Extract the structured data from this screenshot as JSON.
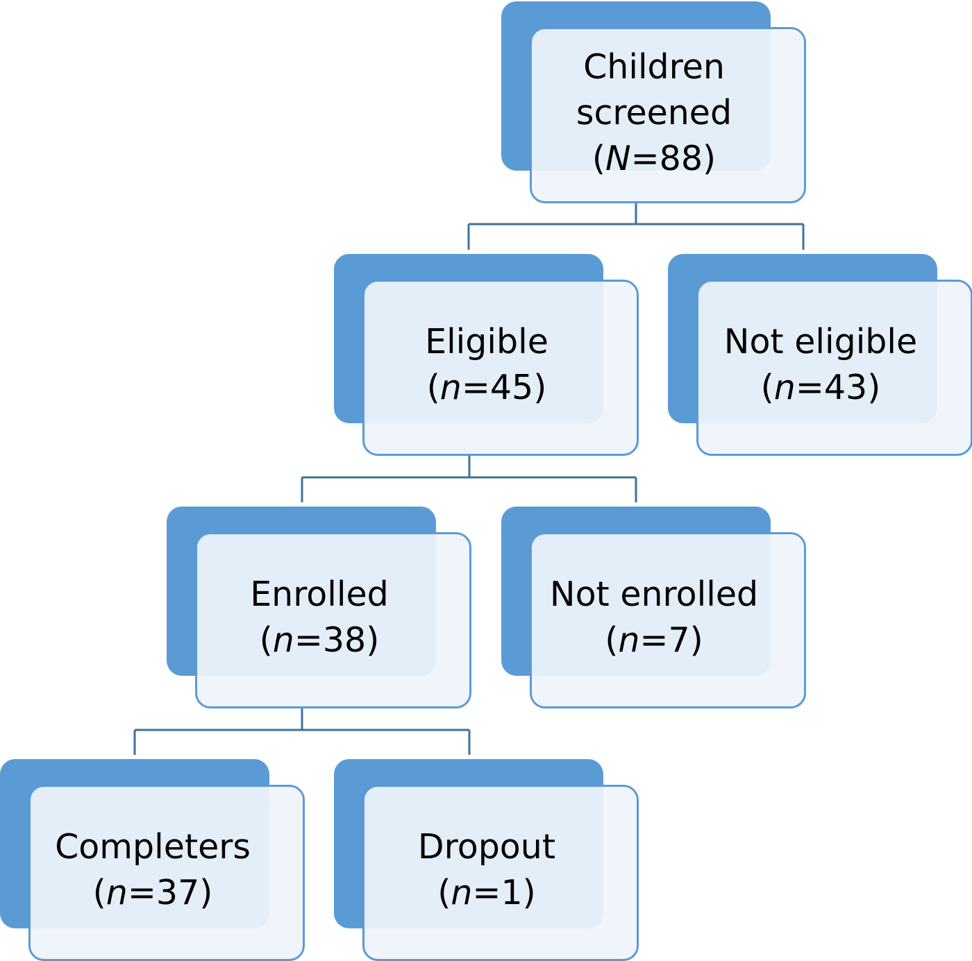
{
  "nodes": {
    "screened": {
      "lines": [
        "Children",
        "screened"
      ],
      "var": "N",
      "value": "88"
    },
    "eligible": {
      "lines": [
        "Eligible"
      ],
      "var": "n",
      "value": "45"
    },
    "not_eligible": {
      "lines": [
        "Not eligible"
      ],
      "var": "n",
      "value": "43"
    },
    "enrolled": {
      "lines": [
        "Enrolled"
      ],
      "var": "n",
      "value": "38"
    },
    "not_enrolled": {
      "lines": [
        "Not enrolled"
      ],
      "var": "n",
      "value": "7"
    },
    "completers": {
      "lines": [
        "Completers"
      ],
      "var": "n",
      "value": "37"
    },
    "dropout": {
      "lines": [
        "Dropout"
      ],
      "var": "n",
      "value": "1"
    }
  },
  "colors": {
    "box_fill": "#5b9bd5",
    "front_fill": "#eef4fb",
    "connector": "#41719c"
  }
}
